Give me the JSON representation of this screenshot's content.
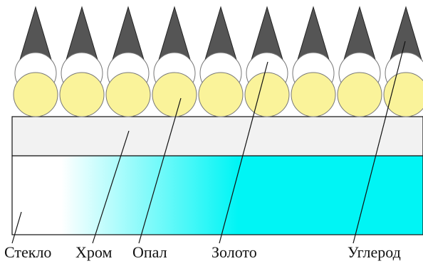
{
  "labels": {
    "glass": "Стекло",
    "chrome": "Хром",
    "opal": "Опал",
    "gold": "Золото",
    "carbon": "Углерод"
  },
  "colors": {
    "opal_fill": "#FAF39A",
    "gold_fill": "#FFFFFF",
    "cone_fill": "#555555",
    "chrome_fill": "#F2F2F2",
    "glass_gradient_start": "#FFFFFF",
    "glass_gradient_end": "#00F5F5",
    "line_color": "#111111"
  },
  "icons": {
    "cone": "carbon-cone-icon",
    "opal": "opal-sphere-icon",
    "gold": "gold-sphere-icon"
  }
}
